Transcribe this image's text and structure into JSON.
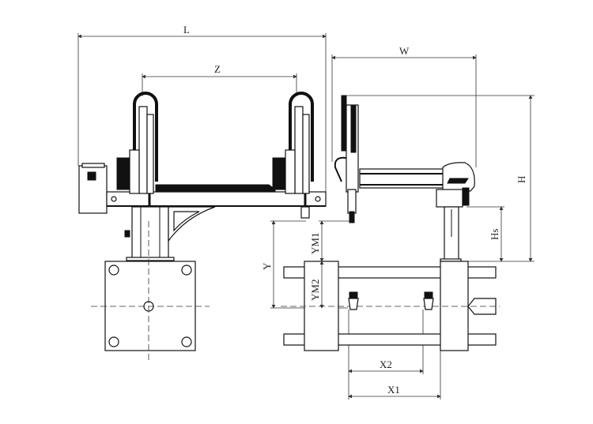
{
  "title": "Robot arm dimension drawing",
  "dimensions": {
    "L": "L",
    "Z": "Z",
    "W": "W",
    "H": "H",
    "Hs": "Hs",
    "Y": "Y",
    "YM1": "YM1",
    "YM2": "YM2",
    "X1": "X1",
    "X2": "X2"
  }
}
